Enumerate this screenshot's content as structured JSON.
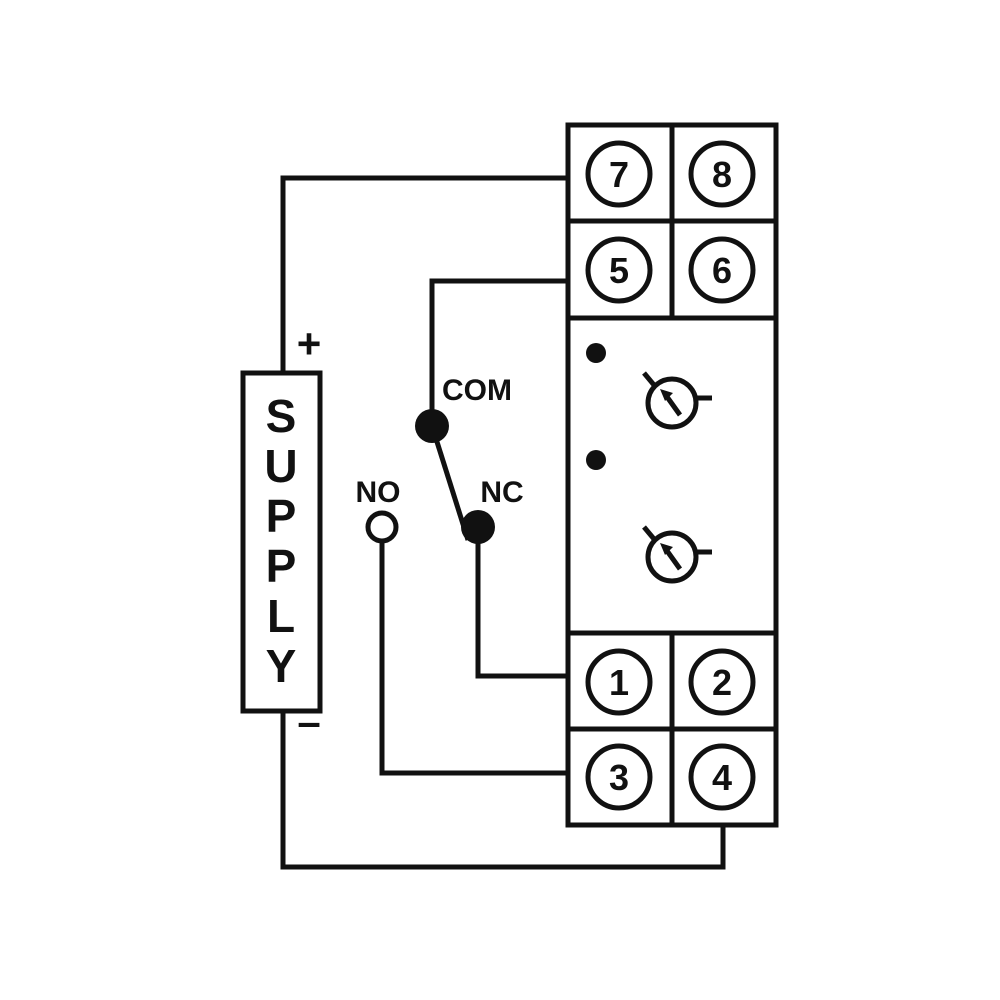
{
  "supply": {
    "letters": [
      "S",
      "U",
      "P",
      "P",
      "L",
      "Y"
    ],
    "plus": "+",
    "minus": "–"
  },
  "contacts": {
    "com": "COM",
    "no": "NO",
    "nc": "NC"
  },
  "terminals": {
    "t7": "7",
    "t8": "8",
    "t5": "5",
    "t6": "6",
    "t1": "1",
    "t2": "2",
    "t3": "3",
    "t4": "4"
  },
  "colors": {
    "line": "#111111",
    "background": "#ffffff"
  },
  "icons": {
    "led": "indicator-dot-icon",
    "adjust": "potentiometer-dial-icon"
  }
}
